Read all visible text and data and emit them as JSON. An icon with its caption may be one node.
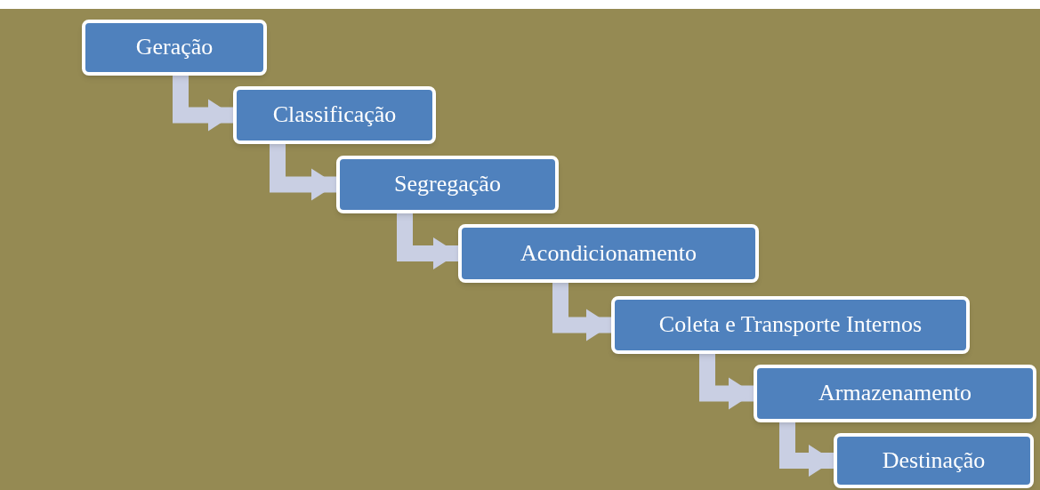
{
  "diagram": {
    "nodes": [
      {
        "text": [
          "Geração"
        ]
      },
      {
        "text": [
          "Classificação"
        ]
      },
      {
        "text": [
          "Segregação"
        ]
      },
      {
        "text": [
          "Acondicionamento"
        ]
      },
      {
        "text": [
          "Coleta e Transporte Internos"
        ]
      },
      {
        "text": [
          "Armazenamento"
        ]
      },
      {
        "text": [
          "Destinação"
        ]
      }
    ],
    "edges": [
      {
        "from": 0,
        "to": 1,
        "arrow": "to"
      },
      {
        "from": 1,
        "to": 2,
        "arrow": "to"
      },
      {
        "from": 2,
        "to": 3,
        "arrow": "to"
      },
      {
        "from": 3,
        "to": 4,
        "arrow": "to"
      },
      {
        "from": 4,
        "to": 5,
        "arrow": "to"
      },
      {
        "from": 5,
        "to": 6,
        "arrow": "to"
      }
    ]
  }
}
